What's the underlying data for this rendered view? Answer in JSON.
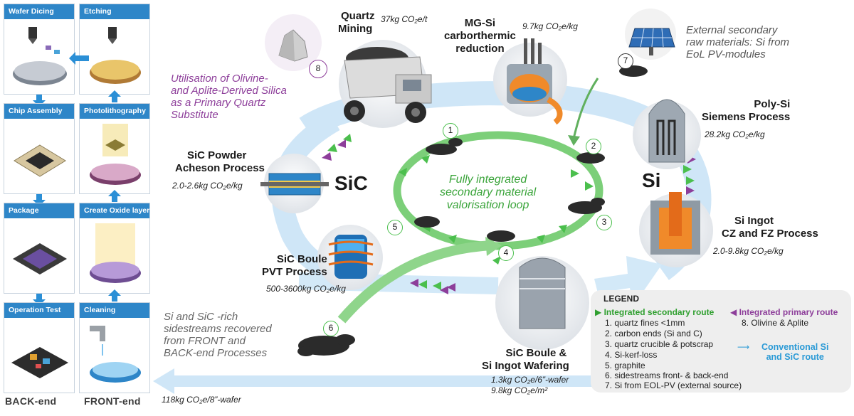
{
  "left_panels": {
    "back_end": [
      {
        "label": "Wafer Dicing"
      },
      {
        "label": "Chip Assembly"
      },
      {
        "label": "Package"
      },
      {
        "label": "Operation Test"
      }
    ],
    "front_end": [
      {
        "label": "Etching"
      },
      {
        "label": "Photolithography"
      },
      {
        "label": "Create Oxide layer"
      },
      {
        "label": "Cleaning"
      }
    ],
    "back_end_label": "BACK-end",
    "front_end_label": "FRONT-end"
  },
  "nodes": {
    "quartz": {
      "title_1": "Quartz",
      "title_2": "Mining",
      "value": "37kg CO₂e/t"
    },
    "mgsi": {
      "title_1": "MG-Si",
      "title_2": "carborthermic",
      "title_3": "reduction",
      "value": "9.7kg CO₂e/kg"
    },
    "external": {
      "line_1": "External secondary",
      "line_2": "raw materials: Si from",
      "line_3": "EoL PV-modules"
    },
    "polysi": {
      "title_1": "Poly-Si",
      "title_2": "Siemens Process",
      "value": "28.2kg CO₂e/kg"
    },
    "si_ingot": {
      "title_1": "Si Ingot",
      "title_2": "CZ and FZ Process",
      "value": "2.0-9.8kg CO₂e/kg"
    },
    "sic_powder": {
      "title_1": "SiC Powder",
      "title_2": "Acheson Process",
      "value": "2.0-2.6kg CO₂e/kg"
    },
    "sic_boule": {
      "title_1": "SiC Boule",
      "title_2": "PVT Process",
      "value": "500-3600kg CO₂e/kg"
    },
    "wafering": {
      "title_1": "SiC Boule &",
      "title_2": "Si Ingot Wafering",
      "value_1": "1.3kg CO₂e/6”-wafer",
      "value_2": "9.8kg CO₂e/m²"
    },
    "olivine": {
      "line_1": "Utilisation of Olivine-",
      "line_2": "and Aplite-Derived Silica",
      "line_3": "as a Primary Quartz",
      "line_4": "Substitute"
    },
    "sidestreams": {
      "line_1": "Si and SiC -rich",
      "line_2": "sidestreams recovered",
      "line_3": "from FRONT and",
      "line_4": "BACK-end Processes"
    },
    "bottom_value": "118kg CO₂e/8”-wafer",
    "loop": {
      "line_1": "Fully integrated",
      "line_2": "secondary material",
      "line_3": "valorisation loop"
    },
    "sic_label": "SiC",
    "si_label": "Si"
  },
  "markers": [
    "1",
    "2",
    "3",
    "4",
    "5",
    "6",
    "7",
    "8"
  ],
  "legend": {
    "title": "LEGEND",
    "integrated_secondary": "Integrated secondary route",
    "integrated_primary": "Integrated primary route",
    "items": [
      "1.    quartz fines <1mm",
      "2.    carbon ends (Si and C)",
      "3.    quartz crucible & potscrap",
      "4.    Si-kerf-loss",
      "5.    graphite",
      "6.    sidestreams front- & back-end",
      "7.    Si from EOL-PV (external source)"
    ],
    "item_8": "8.    Olivine & Aplite",
    "conventional_1": "Conventional Si",
    "conventional_2": "and SiC route"
  },
  "colors": {
    "blue": "#2e86c8",
    "green": "#4bbf4d",
    "purple": "#8d3e9a",
    "light_blue": "#cfe6f7",
    "sic_blue": "#1f6fb5"
  }
}
